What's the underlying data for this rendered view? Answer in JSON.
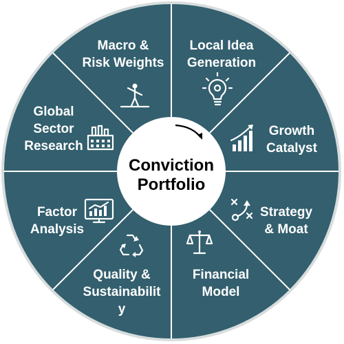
{
  "diagram": {
    "center": {
      "line1": "Conviction",
      "line2": "Portfolio"
    },
    "colors": {
      "ring": "#335f6e",
      "divider": "#ffffff",
      "center_fill": "#ffffff",
      "center_text": "#000000",
      "label": "#ffffff",
      "outer_border": "#d7dcdd"
    },
    "segments": [
      {
        "id": "local-idea",
        "line1": "Local Idea",
        "line2": "Generation",
        "icon": "lightbulb-gear-icon"
      },
      {
        "id": "growth",
        "line1": "Growth",
        "line2": "Catalyst",
        "icon": "growth-chart-icon"
      },
      {
        "id": "strategy",
        "line1": "Strategy",
        "line2": "& Moat",
        "icon": "strategy-play-icon"
      },
      {
        "id": "financial",
        "line1": "Financial",
        "line2": "Model",
        "icon": "scales-icon"
      },
      {
        "id": "quality",
        "line1": "Quality &",
        "line2": "Sustainabilit",
        "line3": "y",
        "icon": "recycle-icon"
      },
      {
        "id": "factor",
        "line1": "Factor",
        "line2": "Analysis",
        "icon": "monitor-chart-icon"
      },
      {
        "id": "global",
        "line1": "Global",
        "line2": "Sector",
        "line3": "Research",
        "icon": "factory-icon"
      },
      {
        "id": "macro",
        "line1": "Macro &",
        "line2": "Risk Weights",
        "icon": "tightrope-walker-icon"
      }
    ]
  }
}
